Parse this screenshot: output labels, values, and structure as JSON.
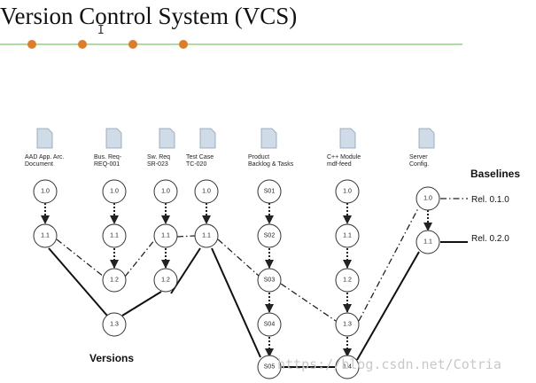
{
  "title": "Version Control System (VCS)",
  "colors": {
    "rule": "#7bc86c",
    "bullet": "#e07b28",
    "node_stroke": "#333333",
    "doc_fill": "#cfdbe6"
  },
  "documents": [
    {
      "line1": "AAD App. Arc.",
      "line2": "Document"
    },
    {
      "line1": "Bus. Req-",
      "line2": "REQ-001"
    },
    {
      "line1": "Sw. Req",
      "line2": "SR-023"
    },
    {
      "line1": "Test Case",
      "line2": "TC-020"
    },
    {
      "line1": "Product",
      "line2": "Backlog & Tasks"
    },
    {
      "line1": "C++ Module",
      "line2": "mdf-feed"
    },
    {
      "line1": "Server",
      "line2": "Config."
    }
  ],
  "nodes": {
    "aad_10": "1.0",
    "aad_11": "1.1",
    "bus_10": "1.0",
    "bus_11": "1.1",
    "bus_12": "1.2",
    "bus_13": "1.3",
    "sw_10": "1.0",
    "sw_11": "1.1",
    "sw_12": "1.2",
    "tc_10": "1.0",
    "tc_11": "1.1",
    "pb_01": "S01",
    "pb_02": "S02",
    "pb_03": "S03",
    "pb_04": "S04",
    "pb_05": "S05",
    "cpp_10": "1.0",
    "cpp_11": "1.1",
    "cpp_12": "1.2",
    "cpp_13": "1.3",
    "cpp_14": "1.4",
    "srv_10": "1.0",
    "srv_11": "1.1"
  },
  "baselines_label": "Baselines",
  "versions_label": "Versions",
  "rel_010": "Rel. 0.1.0",
  "rel_020": "Rel. 0.2.0",
  "watermark": "https://blog.csdn.net/Cotria"
}
